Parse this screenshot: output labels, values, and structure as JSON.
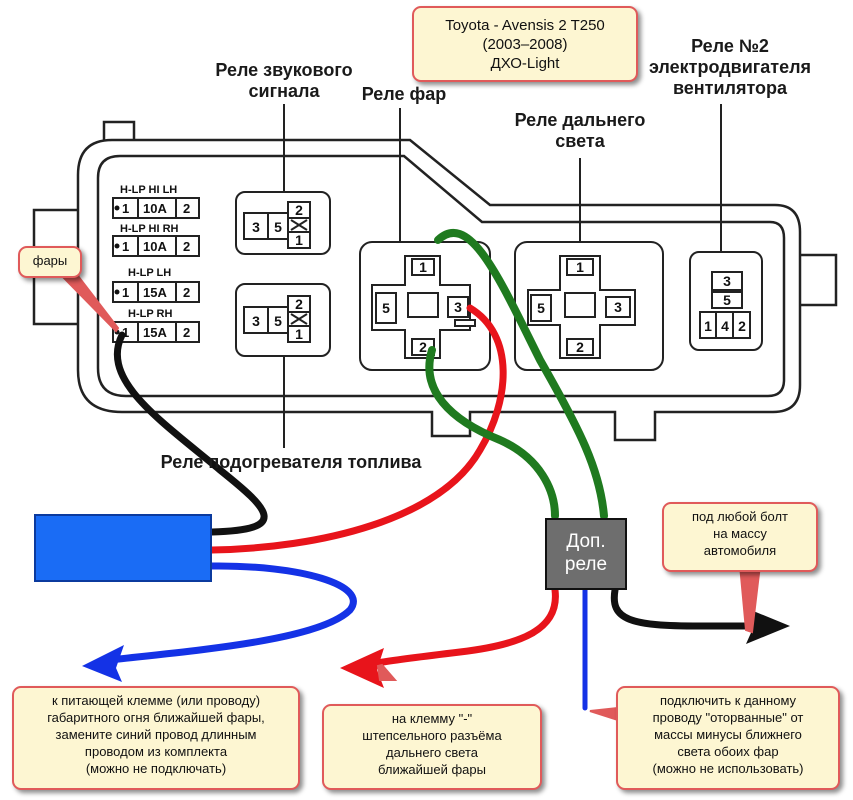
{
  "title": {
    "line1": "Toyota - Avensis 2 T250",
    "line2": "(2003–2008)",
    "line3": "ДХО-Light"
  },
  "relay_labels": {
    "horn_1": "Реле звукового",
    "horn_2": "сигнала",
    "headlights": "Реле фар",
    "high_beam_1": "Реле дальнего",
    "high_beam_2": "света",
    "fan_1": "Реле №2",
    "fan_2": "электродвигателя",
    "fan_3": "вентилятора",
    "fuel_heater": "Реле подогревателя топлива"
  },
  "fuses": [
    {
      "name": "H-LP HI LH",
      "pin1": "1",
      "amps": "10A",
      "pin2": "2"
    },
    {
      "name": "H-LP HI RH",
      "pin1": "1",
      "amps": "10A",
      "pin2": "2"
    },
    {
      "name": "H-LP LH",
      "pin1": "1",
      "amps": "15A",
      "pin2": "2"
    },
    {
      "name": "H-LP RH",
      "pin1": "1",
      "amps": "15A",
      "pin2": "2"
    }
  ],
  "small_relays": {
    "pin3": "3",
    "pin5": "5",
    "pin2": "2",
    "pin1": "1"
  },
  "big_relays": {
    "pin1": "1",
    "pin2": "2",
    "pin3": "3",
    "pin5": "5"
  },
  "fan_relay": {
    "pin3": "3",
    "pin5": "5",
    "pin1": "1",
    "pin4": "4",
    "pin2": "2"
  },
  "extra_relay": {
    "line1": "Доп.",
    "line2": "реле"
  },
  "callouts": {
    "headlights_fuse": "фары",
    "ground": [
      "под любой болт",
      "на массу",
      "автомобиля"
    ],
    "blue_wire": [
      "к питающей клемме (или проводу)",
      "габаритного огня ближайшей фары,",
      "замените синий провод длинным",
      "проводом из комплекта",
      "(можно не подключать)"
    ],
    "red_wire": [
      "на клемму \"-\"",
      "штепсельного разъёма",
      "дальнего света",
      "ближайшей фары"
    ],
    "blue_thin_wire": [
      "подключить к данному",
      "проводу \"оторванные\" от",
      "массы минусы ближнего",
      "света обоих фар",
      "(можно не использовать)"
    ]
  },
  "colors": {
    "callout_bg": "#fdf6d2",
    "callout_border": "#e05a5a",
    "module_blue": "#1a6cf5",
    "wire_red": "#e8141b",
    "wire_green": "#1f7a1f",
    "wire_black": "#111111",
    "wire_blue": "#1432e6",
    "relay_gray": "#6e6e6e"
  }
}
